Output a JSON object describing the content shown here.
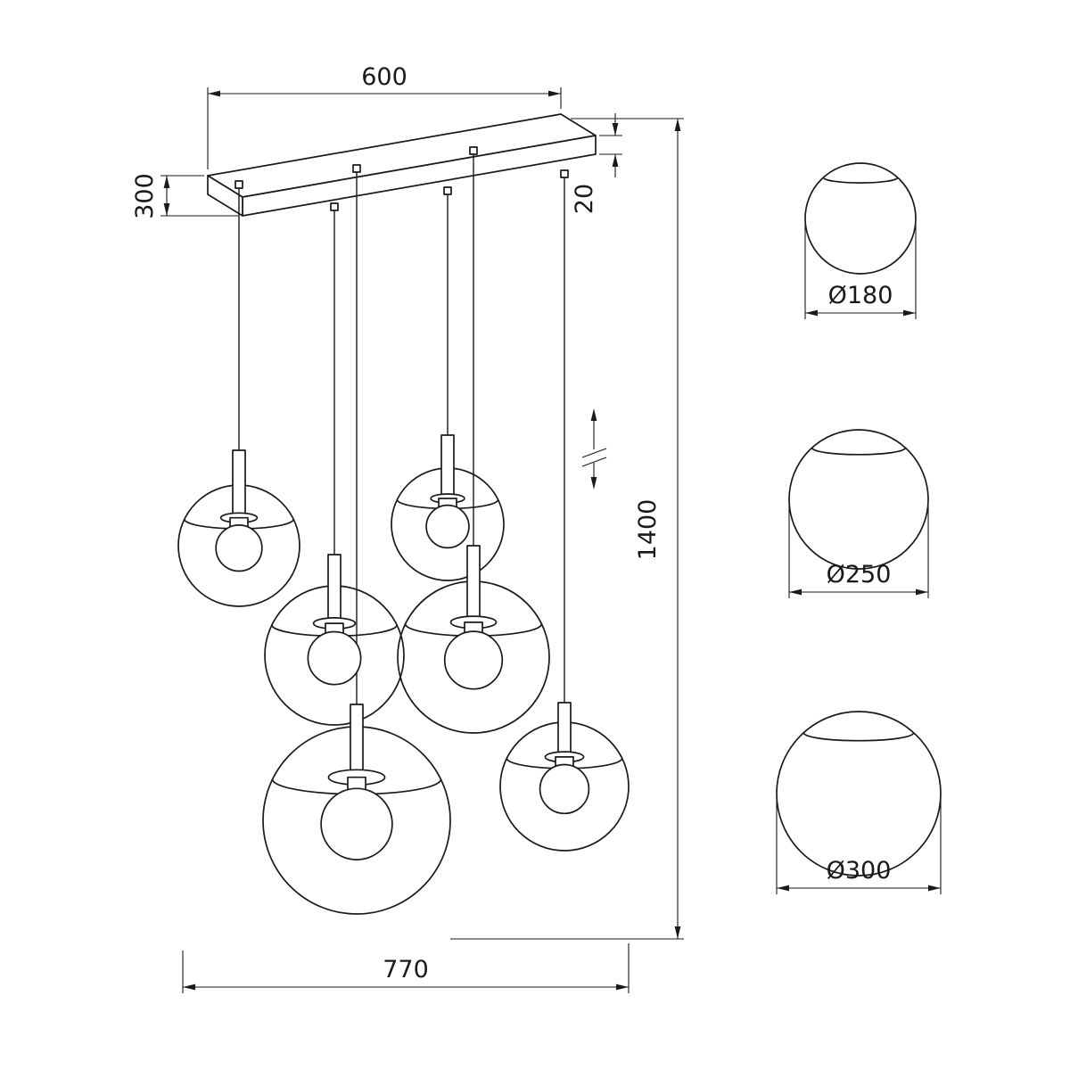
{
  "drawing": {
    "type": "pendant-light-dimension-drawing",
    "background": "#ffffff",
    "line_color": "#1a1a1a"
  },
  "dims": {
    "canopy_width": "600",
    "canopy_depth": "300",
    "canopy_thickness": "20",
    "overall_height": "1400",
    "fixture_span": "770",
    "globe_small": "Ø180",
    "globe_medium": "Ø250",
    "globe_large": "Ø300"
  }
}
